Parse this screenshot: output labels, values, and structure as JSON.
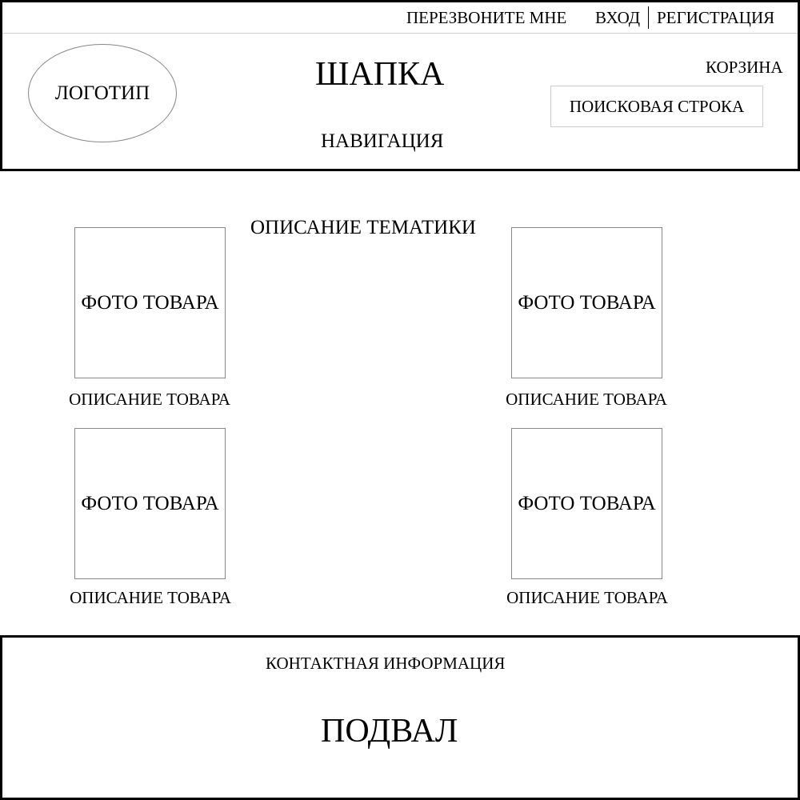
{
  "header": {
    "title": "ШАПКА",
    "logo_label": "ЛОГОТИП",
    "navigation_label": "НАВИГАЦИЯ",
    "cart_label": "КОРЗИНА",
    "search_label": "ПОИСКОВАЯ СТРОКА",
    "topbar": {
      "callback_label": "ПЕРЕЗВОНИТЕ МНЕ",
      "login_label": "ВХОД",
      "register_label": "РЕГИСТРАЦИЯ"
    }
  },
  "main": {
    "theme_description": "ОПИСАНИЕ ТЕМАТИКИ",
    "products": [
      {
        "photo_label": "ФОТО ТОВАРА",
        "description": "ОПИСАНИЕ ТОВАРА"
      },
      {
        "photo_label": "ФОТО ТОВАРА",
        "description": "ОПИСАНИЕ ТОВАРА"
      },
      {
        "photo_label": "ФОТО ТОВАРА",
        "description": "ОПИСАНИЕ ТОВАРА"
      },
      {
        "photo_label": "ФОТО ТОВАРА",
        "description": "ОПИСАНИЕ ТОВАРА"
      }
    ]
  },
  "footer": {
    "contact_label": "КОНТАКТНАЯ ИНФОРМАЦИЯ",
    "title": "ПОДВАЛ"
  }
}
